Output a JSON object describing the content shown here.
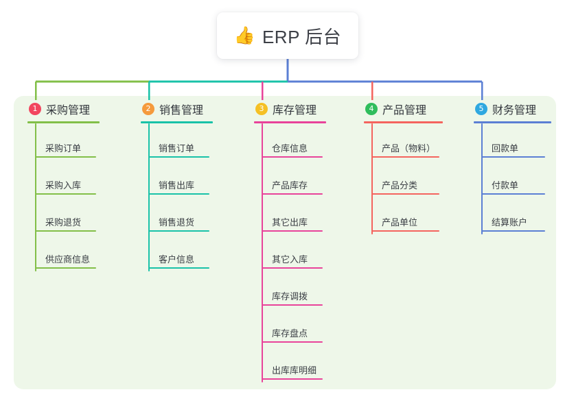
{
  "root": {
    "emoji": "👍",
    "emoji_name": "thumbs-up-emoji",
    "title": "ERP 后台"
  },
  "palette": {
    "panel_bg": "#eef7e9",
    "page_bg": "#ffffff",
    "text": "#33373d",
    "bus_left": "#82bf48",
    "bus_mid": "#19c2a8",
    "bus_right": "#5b7fd4",
    "root_stem": "#5b7fd4"
  },
  "columns": [
    {
      "index": "1",
      "badge_number": "1",
      "badge_color": "#f2455e",
      "accent": "#82bf48",
      "title": "采购管理",
      "items": [
        "采购订单",
        "采购入库",
        "采购退货",
        "供应商信息"
      ]
    },
    {
      "index": "2",
      "badge_number": "2",
      "badge_color": "#f59a3c",
      "accent": "#19c2a8",
      "title": "销售管理",
      "items": [
        "销售订单",
        "销售出库",
        "销售退货",
        "客户信息"
      ]
    },
    {
      "index": "3",
      "badge_number": "3",
      "badge_color": "#f5c024",
      "accent": "#e8439a",
      "title": "库存管理",
      "items": [
        "仓库信息",
        "产品库存",
        "其它出库",
        "其它入库",
        "库存调拨",
        "库存盘点",
        "出库库明细"
      ]
    },
    {
      "index": "4",
      "badge_number": "4",
      "badge_color": "#2fbd5c",
      "accent": "#f4645e",
      "title": "产品管理",
      "items": [
        "产品（物料）",
        "产品分类",
        "产品单位"
      ]
    },
    {
      "index": "5",
      "badge_number": "5",
      "badge_color": "#2fa8e0",
      "accent": "#5b7fd4",
      "title": "财务管理",
      "items": [
        "回款单",
        "付款单",
        "结算账户"
      ]
    }
  ]
}
